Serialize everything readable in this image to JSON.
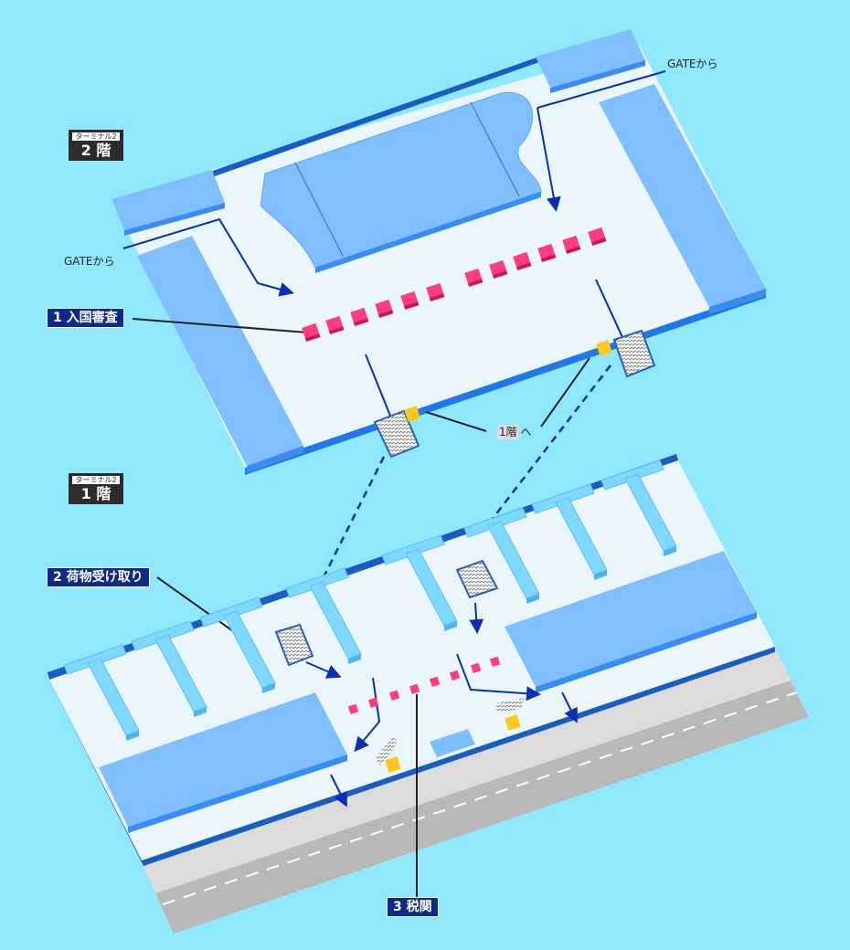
{
  "floors": [
    {
      "terminal": "ターミナル2",
      "floor": "2 階"
    },
    {
      "terminal": "ターミナル2",
      "floor": "1 階"
    }
  ],
  "labels": {
    "immigration": "1 入国審査",
    "baggage": "2 荷物受け取り",
    "customs": "3 税関"
  },
  "notes": {
    "gate_from_right": "GATEから",
    "gate_from_left": "GATEから",
    "to_first_floor": "1階",
    "to_first_floor_suffix": "へ"
  },
  "colors": {
    "background": "#8fe8fd",
    "floor": "#eaf6fb",
    "block": "#7fbfff",
    "edge": "#1a5cc0",
    "counter": "#ff3d7f",
    "arrow": "#0a2eb0",
    "label": "#0d2a86"
  }
}
